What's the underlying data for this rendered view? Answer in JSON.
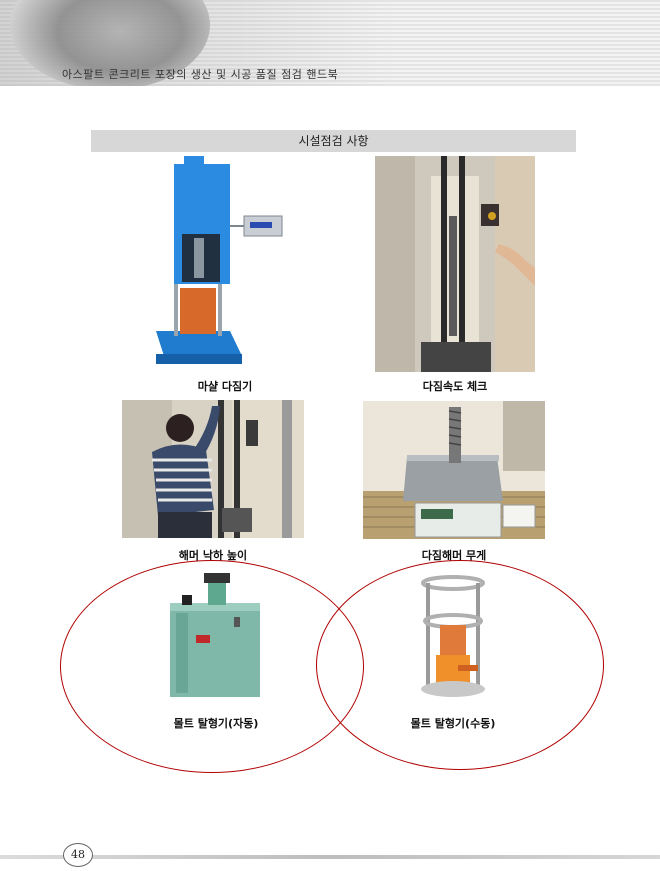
{
  "header": {
    "title": "아스팔트 콘크리트 포장의 생산 및 시공 품질 점검 핸드북"
  },
  "section": {
    "title": "시설점검 사항"
  },
  "photos": [
    {
      "caption": "마샬 다짐기"
    },
    {
      "caption": "다짐속도 체크"
    },
    {
      "caption": "해머 낙하 높이"
    },
    {
      "caption": "다짐해머 무게"
    },
    {
      "caption": "몰트 탈형기(자동)"
    },
    {
      "caption": "몰트 탈형기(수동)"
    }
  ],
  "footer": {
    "page_number": "48"
  },
  "colors": {
    "highlight_ellipse": "#b00000",
    "section_bar": "#d7d7d7"
  }
}
